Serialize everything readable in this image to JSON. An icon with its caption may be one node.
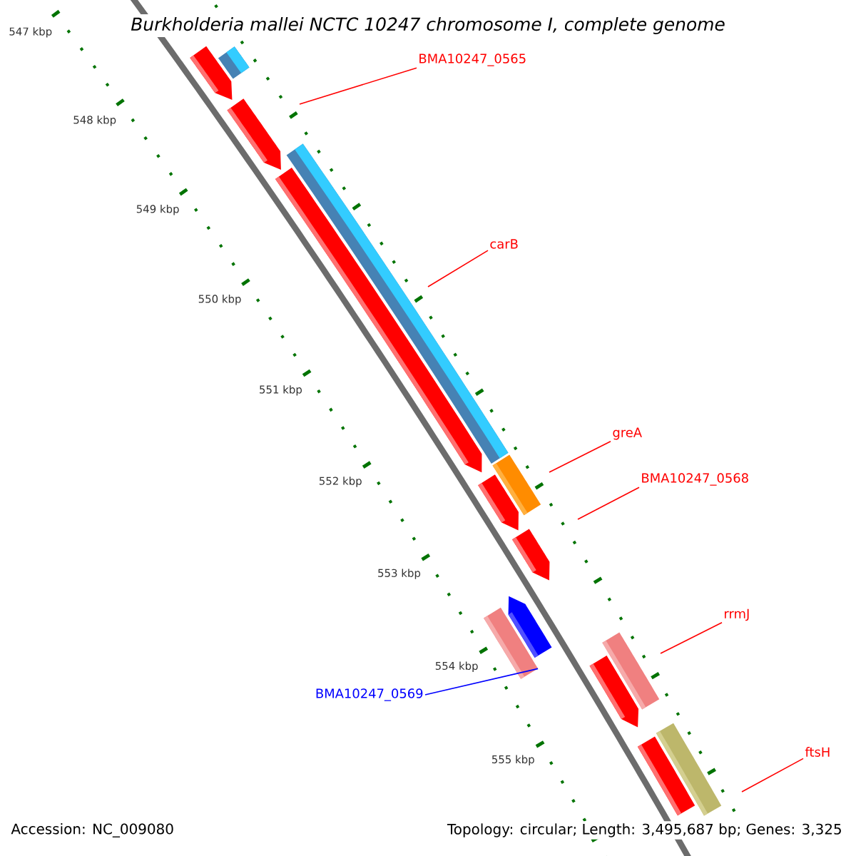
{
  "diagram": {
    "title": "Burkholderia mallei NCTC 10247 chromosome I, complete genome",
    "nodes": [
      {
        "text": [
          "BMA10247_0565"
        ]
      },
      {
        "text": [
          "carB"
        ]
      },
      {
        "text": [
          "greA"
        ]
      },
      {
        "text": [
          "BMA10247_0568"
        ]
      },
      {
        "text": [
          "rrmJ"
        ]
      },
      {
        "text": [
          "BMA10247_0569"
        ]
      },
      {
        "text": [
          "ftsH"
        ]
      },
      {
        "text": [],
        "shape": "pentagon"
      },
      {
        "text": [],
        "shape": "bar"
      },
      {
        "text": [],
        "shape": "pentagon"
      },
      {
        "text": [],
        "shape": "bar"
      },
      {
        "text": [],
        "shape": "pentagon"
      },
      {
        "text": [],
        "shape": "bar"
      },
      {
        "text": [],
        "shape": "pentagon"
      },
      {
        "text": [],
        "shape": "pentagon"
      },
      {
        "text": [],
        "shape": "pentagon"
      },
      {
        "text": [],
        "shape": "bar"
      },
      {
        "text": [],
        "shape": "bar"
      },
      {
        "text": [],
        "shape": "pentagon"
      },
      {
        "text": [],
        "shape": "bar"
      },
      {
        "text": [],
        "shape": "bar"
      }
    ],
    "edges": [
      {
        "from": 0,
        "to": null,
        "arrow": "none"
      },
      {
        "from": 1,
        "to": null,
        "arrow": "none"
      },
      {
        "from": 2,
        "to": null,
        "arrow": "none"
      },
      {
        "from": 3,
        "to": null,
        "arrow": "none"
      },
      {
        "from": 4,
        "to": null,
        "arrow": "none"
      },
      {
        "from": 5,
        "to": 16,
        "arrow": "none",
        "color": "#0000ff"
      },
      {
        "from": 6,
        "to": null,
        "arrow": "none"
      }
    ],
    "labels": [
      "547 kbp",
      "548 kbp",
      "549 kbp",
      "550 kbp",
      "551 kbp",
      "552 kbp",
      "553 kbp",
      "554 kbp",
      "555 kbp",
      "Accession: NC_009080",
      "Topology: circular; Length: 3,495,687 bp; Genes: 3,325"
    ]
  }
}
